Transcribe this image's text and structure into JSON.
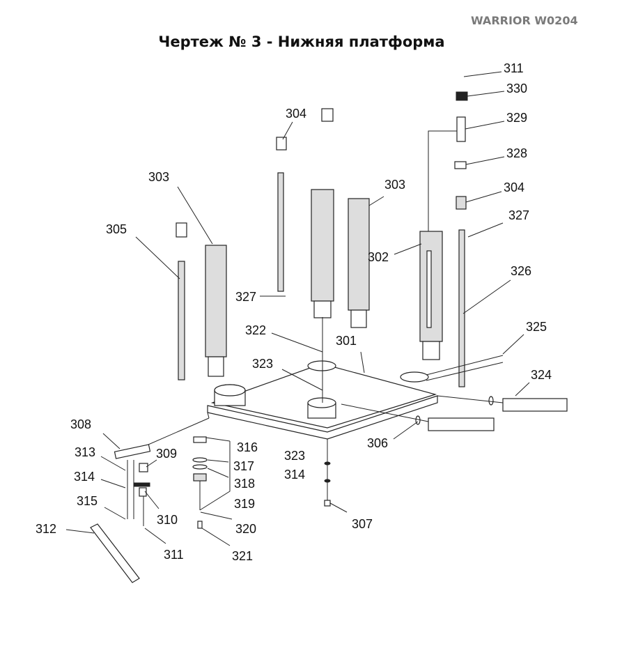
{
  "header": {
    "brand": "WARRIOR W0204",
    "title": "Чертеж № 3 - Нижняя платформа"
  },
  "labels": [
    "311",
    "330",
    "329",
    "304",
    "328",
    "304",
    "303",
    "303",
    "327",
    "305",
    "302",
    "326",
    "327",
    "325",
    "322",
    "301",
    "323",
    "324",
    "308",
    "306",
    "316",
    "313",
    "309",
    "323",
    "317",
    "314",
    "314",
    "318",
    "315",
    "319",
    "310",
    "307",
    "312",
    "320",
    "311",
    "321"
  ]
}
